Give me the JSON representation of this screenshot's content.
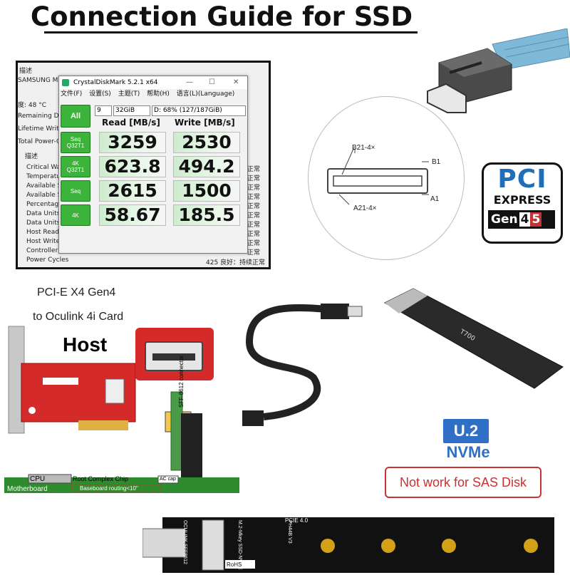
{
  "title": "Connection Guide for SSD",
  "screenshot": {
    "bg_lines_left": [
      "描述",
      "SAMSUNG MZV",
      "",
      "度: 48 °C",
      "Remaining Dri",
      "Lifetime Write",
      "Total Power-O"
    ],
    "bg_table_label": "描述",
    "bg_table_rows": [
      "Critical Wa",
      "Temperatu",
      "Available S",
      "Available S",
      "Percentage",
      "Data Units",
      "Data Units",
      "Host Read",
      "Host Write",
      "Controller",
      "Power Cycles"
    ],
    "bg_table_nums": [
      "",
      "",
      "",
      "",
      "",
      "",
      "",
      "",
      "",
      "",
      ""
    ],
    "bg_right_status": [
      "正常",
      "正常",
      "正常",
      "正常",
      "正常",
      "正常",
      "正常",
      "正常",
      "正常",
      "正常"
    ],
    "bg_bottom": "425  良好：持续正常",
    "window_title": "CrystalDiskMark 5.2.1 x64",
    "menu": [
      "文件(F)",
      "设置(S)",
      "主题(T)",
      "帮助(H)",
      "语言(L)(Language)"
    ],
    "all_button": "All",
    "runs": "9",
    "size": "32GiB",
    "drive": "D: 68% (127/187GiB)",
    "read_header": "Read [MB/s]",
    "write_header": "Write [MB/s]",
    "rows": [
      {
        "label1": "Seq",
        "label2": "Q32T1",
        "read": "3259",
        "write": "2530"
      },
      {
        "label1": "4K",
        "label2": "Q32T1",
        "read": "623.8",
        "write": "494.2"
      },
      {
        "label1": "Seq",
        "label2": "",
        "read": "2615",
        "write": "1500"
      },
      {
        "label1": "4K",
        "label2": "",
        "read": "58.67",
        "write": "185.5"
      }
    ]
  },
  "connector_diagram": {
    "b21": "B21-4×",
    "b1": "B1",
    "a1": "A1",
    "a21": "A21-4×"
  },
  "pcie_logo": {
    "pci": "PCI",
    "express": "EXPRESS",
    "gen": "Gen",
    "gen_a": "4",
    "gen_b": "5"
  },
  "host_card": {
    "line1": "PCI-E X4 Gen4",
    "line2": "to Oculink 4i Card",
    "host": "Host"
  },
  "board": {
    "sff_label": "SFF-8612 connector",
    "cpu": "CPU",
    "root_complex": "Root Complex Chip",
    "ac_cap": "AC cap",
    "motherboard": "Motherboard",
    "baseboard": "Baseboard routing<10\""
  },
  "u2_badge": "U.2",
  "nvme_badge": "NVMe",
  "warning": "Not work for SAS Disk",
  "adapter_board": {
    "pcie": "PCIE 4.0",
    "oculink": "OCULINK SFF8612",
    "m2": "M.2-Mkey SSD-NVME",
    "rohs": "RoHS",
    "model": "PH44B V3"
  },
  "colors": {
    "cdm_green": "#3cb43c",
    "pcb_red": "#d42a2a",
    "motherboard_green": "#2e8b2e",
    "accent_blue": "#2f6fc6",
    "warning_red": "#c83232"
  }
}
